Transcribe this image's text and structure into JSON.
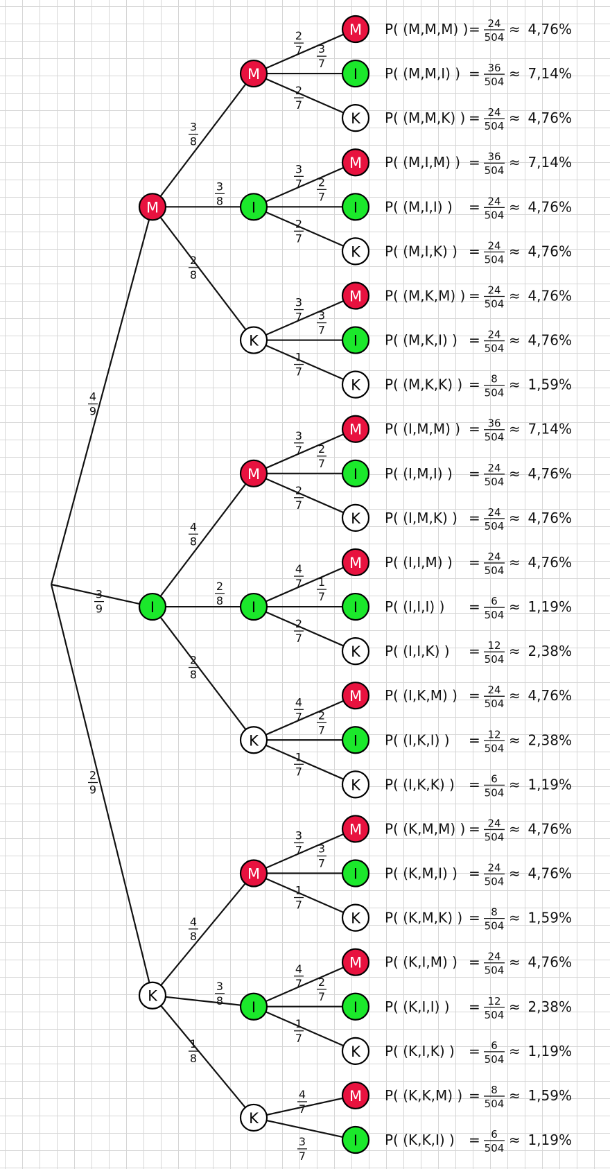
{
  "colors": {
    "M": "#e8123f",
    "I": "#1be82b",
    "K": "#ffffff",
    "M_text": "#ffffff",
    "I_text": "#000000",
    "K_text": "#000000"
  },
  "tree": {
    "children": [
      {
        "label": "M",
        "prob": {
          "num": "4",
          "den": "9"
        },
        "children": [
          {
            "label": "M",
            "prob": {
              "num": "3",
              "den": "8"
            },
            "children": [
              {
                "label": "M",
                "prob": {
                  "num": "2",
                  "den": "7"
                }
              },
              {
                "label": "I",
                "prob": {
                  "num": "3",
                  "den": "7"
                }
              },
              {
                "label": "K",
                "prob": {
                  "num": "2",
                  "den": "7"
                }
              }
            ]
          },
          {
            "label": "I",
            "prob": {
              "num": "3",
              "den": "8"
            },
            "children": [
              {
                "label": "M",
                "prob": {
                  "num": "3",
                  "den": "7"
                }
              },
              {
                "label": "I",
                "prob": {
                  "num": "2",
                  "den": "7"
                }
              },
              {
                "label": "K",
                "prob": {
                  "num": "2",
                  "den": "7"
                }
              }
            ]
          },
          {
            "label": "K",
            "prob": {
              "num": "2",
              "den": "8"
            },
            "children": [
              {
                "label": "M",
                "prob": {
                  "num": "3",
                  "den": "7"
                }
              },
              {
                "label": "I",
                "prob": {
                  "num": "3",
                  "den": "7"
                }
              },
              {
                "label": "K",
                "prob": {
                  "num": "1",
                  "den": "7"
                }
              }
            ]
          }
        ]
      },
      {
        "label": "I",
        "prob": {
          "num": "3",
          "den": "9"
        },
        "children": [
          {
            "label": "M",
            "prob": {
              "num": "4",
              "den": "8"
            },
            "children": [
              {
                "label": "M",
                "prob": {
                  "num": "3",
                  "den": "7"
                }
              },
              {
                "label": "I",
                "prob": {
                  "num": "2",
                  "den": "7"
                }
              },
              {
                "label": "K",
                "prob": {
                  "num": "2",
                  "den": "7"
                }
              }
            ]
          },
          {
            "label": "I",
            "prob": {
              "num": "2",
              "den": "8"
            },
            "children": [
              {
                "label": "M",
                "prob": {
                  "num": "4",
                  "den": "7"
                }
              },
              {
                "label": "I",
                "prob": {
                  "num": "1",
                  "den": "7"
                }
              },
              {
                "label": "K",
                "prob": {
                  "num": "2",
                  "den": "7"
                }
              }
            ]
          },
          {
            "label": "K",
            "prob": {
              "num": "2",
              "den": "8"
            },
            "children": [
              {
                "label": "M",
                "prob": {
                  "num": "4",
                  "den": "7"
                }
              },
              {
                "label": "I",
                "prob": {
                  "num": "2",
                  "den": "7"
                }
              },
              {
                "label": "K",
                "prob": {
                  "num": "1",
                  "den": "7"
                }
              }
            ]
          }
        ]
      },
      {
        "label": "K",
        "prob": {
          "num": "2",
          "den": "9"
        },
        "children": [
          {
            "label": "M",
            "prob": {
              "num": "4",
              "den": "8"
            },
            "children": [
              {
                "label": "M",
                "prob": {
                  "num": "3",
                  "den": "7"
                }
              },
              {
                "label": "I",
                "prob": {
                  "num": "3",
                  "den": "7"
                }
              },
              {
                "label": "K",
                "prob": {
                  "num": "1",
                  "den": "7"
                }
              }
            ]
          },
          {
            "label": "I",
            "prob": {
              "num": "3",
              "den": "8"
            },
            "children": [
              {
                "label": "M",
                "prob": {
                  "num": "4",
                  "den": "7"
                }
              },
              {
                "label": "I",
                "prob": {
                  "num": "2",
                  "den": "7"
                }
              },
              {
                "label": "K",
                "prob": {
                  "num": "1",
                  "den": "7"
                }
              }
            ]
          },
          {
            "label": "K",
            "prob": {
              "num": "1",
              "den": "8"
            },
            "children": [
              {
                "label": "M",
                "prob": {
                  "num": "4",
                  "den": "7"
                }
              },
              {
                "label": "I",
                "prob": {
                  "num": "3",
                  "den": "7"
                }
              }
            ]
          }
        ]
      }
    ]
  },
  "results": [
    {
      "event": "P( (M,M,M) )",
      "num": "24",
      "den": "504",
      "approx": "≈",
      "percent": "4,76%"
    },
    {
      "event": "P( (M,M,I) )",
      "num": "36",
      "den": "504",
      "approx": "≈",
      "percent": "7,14%"
    },
    {
      "event": "P( (M,M,K) )",
      "num": "24",
      "den": "504",
      "approx": "≈",
      "percent": "4,76%"
    },
    {
      "event": "P( (M,I,M) )",
      "num": "36",
      "den": "504",
      "approx": "≈",
      "percent": "7,14%"
    },
    {
      "event": "P( (M,I,I) )",
      "num": "24",
      "den": "504",
      "approx": "≈",
      "percent": "4,76%"
    },
    {
      "event": "P( (M,I,K) )",
      "num": "24",
      "den": "504",
      "approx": "≈",
      "percent": "4,76%"
    },
    {
      "event": "P( (M,K,M) )",
      "num": "24",
      "den": "504",
      "approx": "≈",
      "percent": "4,76%"
    },
    {
      "event": "P( (M,K,I) )",
      "num": "24",
      "den": "504",
      "approx": "≈",
      "percent": "4,76%"
    },
    {
      "event": "P( (M,K,K) )",
      "num": "8",
      "den": "504",
      "approx": "≈",
      "percent": "1,59%"
    },
    {
      "event": "P( (I,M,M) )",
      "num": "36",
      "den": "504",
      "approx": "≈",
      "percent": "7,14%"
    },
    {
      "event": "P( (I,M,I) )",
      "num": "24",
      "den": "504",
      "approx": "≈",
      "percent": "4,76%"
    },
    {
      "event": "P( (I,M,K) )",
      "num": "24",
      "den": "504",
      "approx": "≈",
      "percent": "4,76%"
    },
    {
      "event": "P( (I,I,M) )",
      "num": "24",
      "den": "504",
      "approx": "≈",
      "percent": "4,76%"
    },
    {
      "event": "P( (I,I,I) )",
      "num": "6",
      "den": "504",
      "approx": "≈",
      "percent": "1,19%"
    },
    {
      "event": "P( (I,I,K) )",
      "num": "12",
      "den": "504",
      "approx": "≈",
      "percent": "2,38%"
    },
    {
      "event": "P( (I,K,M) )",
      "num": "24",
      "den": "504",
      "approx": "≈",
      "percent": "4,76%"
    },
    {
      "event": "P( (I,K,I) )",
      "num": "12",
      "den": "504",
      "approx": "≈",
      "percent": "2,38%"
    },
    {
      "event": "P( (I,K,K) )",
      "num": "6",
      "den": "504",
      "approx": "≈",
      "percent": "1,19%"
    },
    {
      "event": "P( (K,M,M) )",
      "num": "24",
      "den": "504",
      "approx": "≈",
      "percent": "4,76%"
    },
    {
      "event": "P( (K,M,I) )",
      "num": "24",
      "den": "504",
      "approx": "≈",
      "percent": "4,76%"
    },
    {
      "event": "P( (K,M,K) )",
      "num": "8",
      "den": "504",
      "approx": "≈",
      "percent": "1,59%"
    },
    {
      "event": "P( (K,I,M) )",
      "num": "24",
      "den": "504",
      "approx": "≈",
      "percent": "4,76%"
    },
    {
      "event": "P( (K,I,I) )",
      "num": "12",
      "den": "504",
      "approx": "≈",
      "percent": "2,38%"
    },
    {
      "event": "P( (K,I,K) )",
      "num": "6",
      "den": "504",
      "approx": "≈",
      "percent": "1,19%"
    },
    {
      "event": "P( (K,K,M) )",
      "num": "8",
      "den": "504",
      "approx": "≈",
      "percent": "1,59%"
    },
    {
      "event": "P( (K,K,I) )",
      "num": "6",
      "den": "504",
      "approx": "≈",
      "percent": "1,19%"
    }
  ]
}
